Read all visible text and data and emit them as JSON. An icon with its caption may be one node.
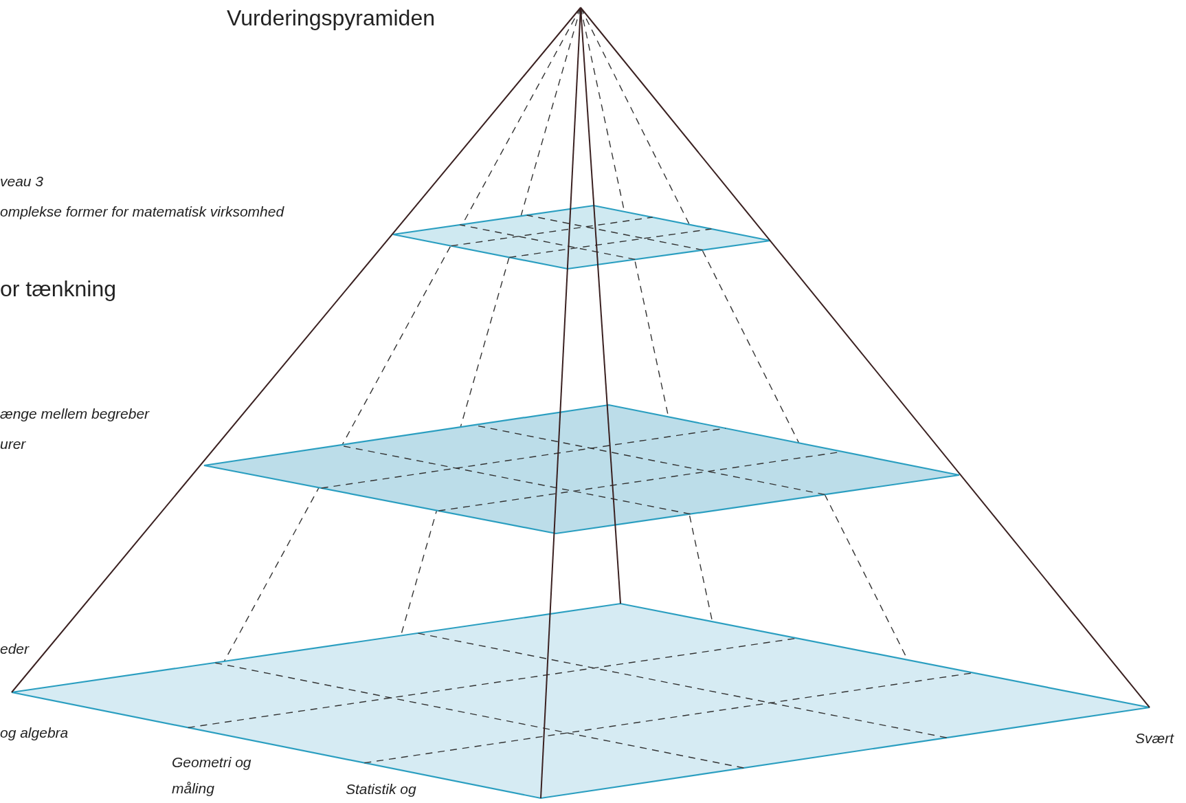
{
  "diagram": {
    "title": "Vurderingspyramiden",
    "labels": [
      "veau 3",
      "omplekse former for matematisk virksomhed",
      "or tænkning",
      "ænge mellem begreber",
      "urer",
      "eder",
      "og algebra",
      "Geometri og måling",
      "Statistik og",
      "Svært"
    ]
  }
}
